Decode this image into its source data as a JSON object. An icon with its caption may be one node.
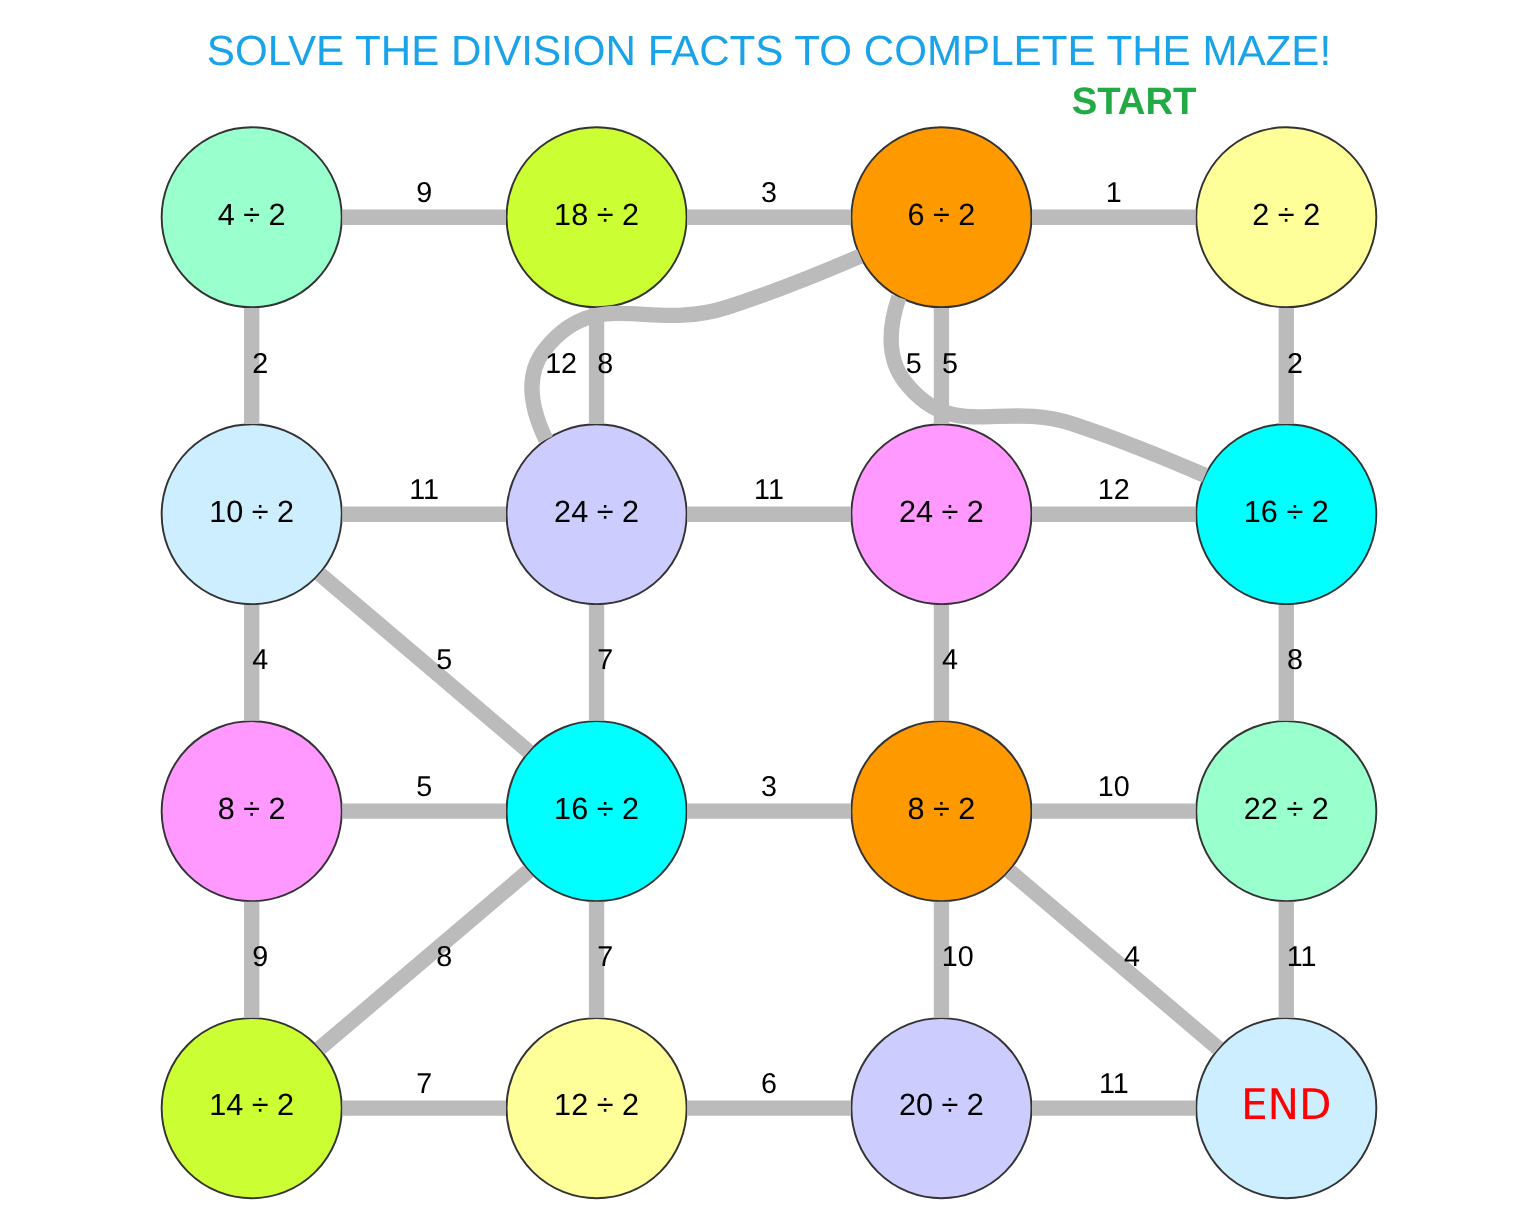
{
  "diagram": {
    "title": "SOLVE THE DIVISION FACTS TO COMPLETE THE MAZE!",
    "nodes": [
      {
        "text": [
          "4 ÷ 2"
        ]
      },
      {
        "text": [
          "18 ÷ 2"
        ]
      },
      {
        "text": [
          "6 ÷ 2"
        ]
      },
      {
        "text": [
          "2 ÷ 2"
        ],
        "beside": [
          "START"
        ]
      },
      {
        "text": [
          "10 ÷ 2"
        ]
      },
      {
        "text": [
          "24 ÷ 2"
        ]
      },
      {
        "text": [
          "24 ÷ 2"
        ]
      },
      {
        "text": [
          "16 ÷ 2"
        ]
      },
      {
        "text": [
          "8 ÷ 2"
        ]
      },
      {
        "text": [
          "16 ÷ 2"
        ]
      },
      {
        "text": [
          "8 ÷ 2"
        ]
      },
      {
        "text": [
          "22 ÷ 2"
        ]
      },
      {
        "text": [
          "14 ÷ 2"
        ]
      },
      {
        "text": [
          "12 ÷ 2"
        ]
      },
      {
        "text": [
          "20 ÷ 2"
        ]
      },
      {
        "text": [
          "END"
        ]
      }
    ],
    "edges": [
      {
        "from": 0,
        "to": 1,
        "arrow": "none",
        "label": "9"
      },
      {
        "from": 1,
        "to": 2,
        "arrow": "none",
        "label": "3"
      },
      {
        "from": 2,
        "to": 3,
        "arrow": "none",
        "label": "1"
      },
      {
        "from": 0,
        "to": 4,
        "arrow": "none",
        "label": "2"
      },
      {
        "from": 1,
        "to": 5,
        "arrow": "none",
        "label": "8"
      },
      {
        "from": 2,
        "to": 5,
        "arrow": "none",
        "label": "12"
      },
      {
        "from": 2,
        "to": 6,
        "arrow": "none",
        "label": "5"
      },
      {
        "from": 2,
        "to": 7,
        "arrow": "none",
        "label": "5"
      },
      {
        "from": 3,
        "to": 7,
        "arrow": "none",
        "label": "2"
      },
      {
        "from": 4,
        "to": 5,
        "arrow": "none",
        "label": "11"
      },
      {
        "from": 5,
        "to": 6,
        "arrow": "none",
        "label": "11"
      },
      {
        "from": 6,
        "to": 7,
        "arrow": "none",
        "label": "12"
      },
      {
        "from": 4,
        "to": 8,
        "arrow": "none",
        "label": "4"
      },
      {
        "from": 4,
        "to": 9,
        "arrow": "none",
        "label": "5"
      },
      {
        "from": 5,
        "to": 9,
        "arrow": "none",
        "label": "7"
      },
      {
        "from": 6,
        "to": 10,
        "arrow": "none",
        "label": "4"
      },
      {
        "from": 7,
        "to": 11,
        "arrow": "none",
        "label": "8"
      },
      {
        "from": 8,
        "to": 9,
        "arrow": "none",
        "label": "5"
      },
      {
        "from": 9,
        "to": 10,
        "arrow": "none",
        "label": "3"
      },
      {
        "from": 10,
        "to": 11,
        "arrow": "none",
        "label": "10"
      },
      {
        "from": 8,
        "to": 12,
        "arrow": "none",
        "label": "9"
      },
      {
        "from": 9,
        "to": 12,
        "arrow": "none",
        "label": "8"
      },
      {
        "from": 9,
        "to": 13,
        "arrow": "none",
        "label": "7"
      },
      {
        "from": 10,
        "to": 14,
        "arrow": "none",
        "label": "10"
      },
      {
        "from": 10,
        "to": 15,
        "arrow": "none",
        "label": "4"
      },
      {
        "from": 11,
        "to": 15,
        "arrow": "none",
        "label": "11"
      },
      {
        "from": 12,
        "to": 13,
        "arrow": "none",
        "label": "7"
      },
      {
        "from": 13,
        "to": 14,
        "arrow": "none",
        "label": "6"
      },
      {
        "from": 14,
        "to": 15,
        "arrow": "none",
        "label": "11"
      }
    ]
  }
}
